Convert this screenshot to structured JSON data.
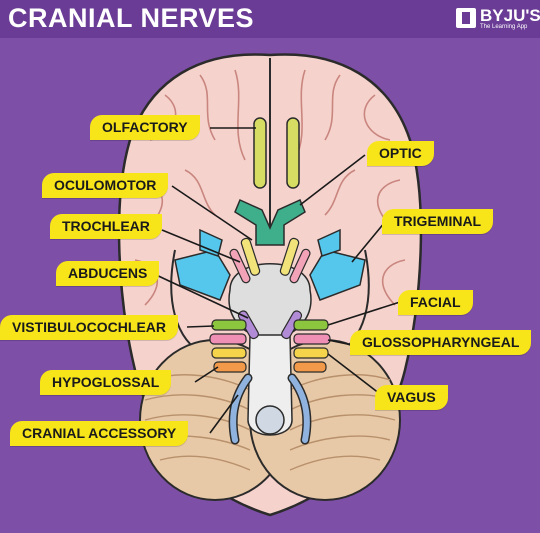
{
  "header": {
    "title": "CRANIAL NERVES",
    "logo_name": "BYJU'S",
    "logo_tagline": "The Learning App"
  },
  "colors": {
    "background": "#7d4fa7",
    "header": "#6a3c95",
    "label_fill": "#f7e51a",
    "brain": "#f6d2cc",
    "olfactory": "#d7dc63",
    "optic": "#3fae8b",
    "trigeminal": "#55c7ec",
    "cerebellum": "#e8c9a7"
  },
  "labels": {
    "olfactory": "OLFACTORY",
    "optic": "OPTIC",
    "oculomotor": "OCULOMOTOR",
    "trigeminal": "TRIGEMINAL",
    "trochlear": "TROCHLEAR",
    "abducens": "ABDUCENS",
    "facial": "FACIAL",
    "vestibulocochlear": "VISTIBULOCOCHLEAR",
    "glossopharyngeal": "GLOSSOPHARYNGEAL",
    "hypoglossal": "HYPOGLOSSAL",
    "vagus": "VAGUS",
    "cranial_accessory": "CRANIAL ACCESSORY"
  }
}
